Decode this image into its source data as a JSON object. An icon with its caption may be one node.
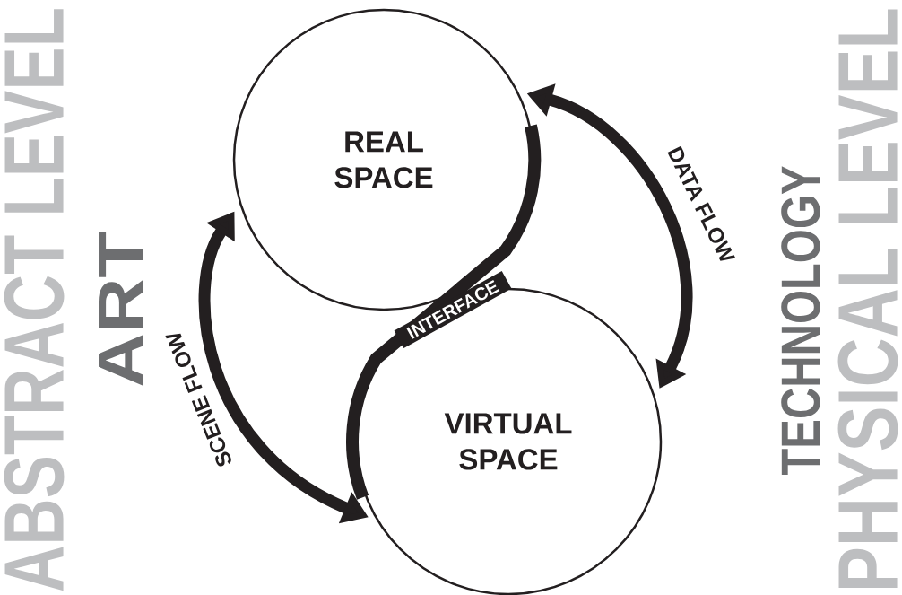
{
  "diagram": {
    "nodes": [
      {
        "text": [
          "REAL SPACE"
        ]
      },
      {
        "text": [
          "VIRTUAL SPACE"
        ]
      }
    ],
    "edges": [
      {
        "from": 0,
        "to": 1,
        "arrow": "both",
        "label": "DATA FLOW"
      },
      {
        "from": 0,
        "to": 1,
        "arrow": "both",
        "label": "SCENE FLOW"
      },
      {
        "from": 0,
        "to": 1,
        "arrow": "none",
        "label": "INTERFACE"
      }
    ],
    "labels": [
      "ABSTRACT LEVEL",
      "ART",
      "TECHNOLOGY",
      "PHYSICAL LEVEL"
    ]
  }
}
